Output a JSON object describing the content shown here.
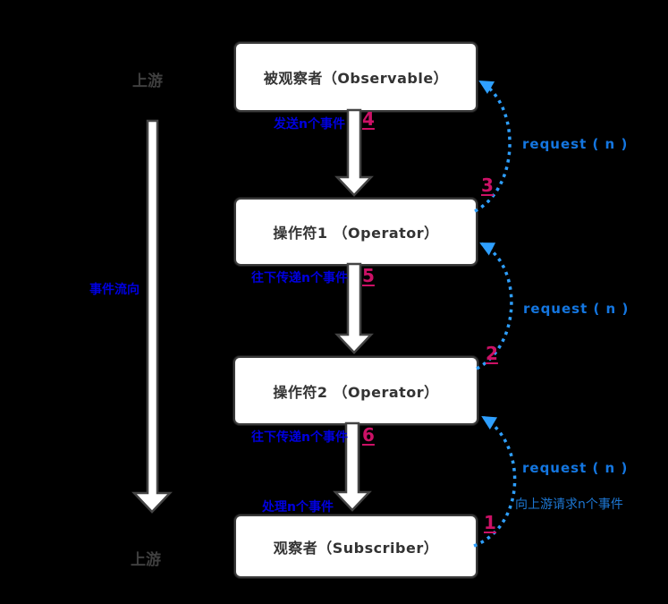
{
  "diagram_title": "RxJava backpressure event flow",
  "nodes": [
    {
      "id": "observable",
      "label": "被观察者（Observable）"
    },
    {
      "id": "operator1",
      "label": "操作符1 （Operator）"
    },
    {
      "id": "operator2",
      "label": "操作符2 （Operator）"
    },
    {
      "id": "subscriber",
      "label": "观察者（Subscriber）"
    }
  ],
  "side_labels": {
    "upstream_top": "上游",
    "upstream_bottom": "上游",
    "event_flow": "事件流向"
  },
  "emit_labels": [
    {
      "text": "发送n个事件",
      "step": "4"
    },
    {
      "text": "往下传递n个事件",
      "step": "5"
    },
    {
      "text": "往下传递n个事件",
      "step": "6"
    }
  ],
  "process_label": {
    "text": "处理n个事件"
  },
  "request_arrows": [
    {
      "label": "request ( n )",
      "step": "3"
    },
    {
      "label": "request ( n )",
      "step": "2"
    },
    {
      "label": "request ( n )",
      "step": "1",
      "note": "向上游请求n个事件"
    }
  ],
  "colors": {
    "background": "#000000",
    "box_fill": "#ffffff",
    "box_border": "#3b3b3b",
    "box_text": "#333333",
    "gray_label": "#3f3f3f",
    "blue_label": "#0000e0",
    "request_blue": "#1476e0",
    "curve_blue": "#2e9fff",
    "step_magenta": "#cc1166",
    "flow_arrow_fill": "#ffffff",
    "flow_arrow_outline": "#444444"
  }
}
